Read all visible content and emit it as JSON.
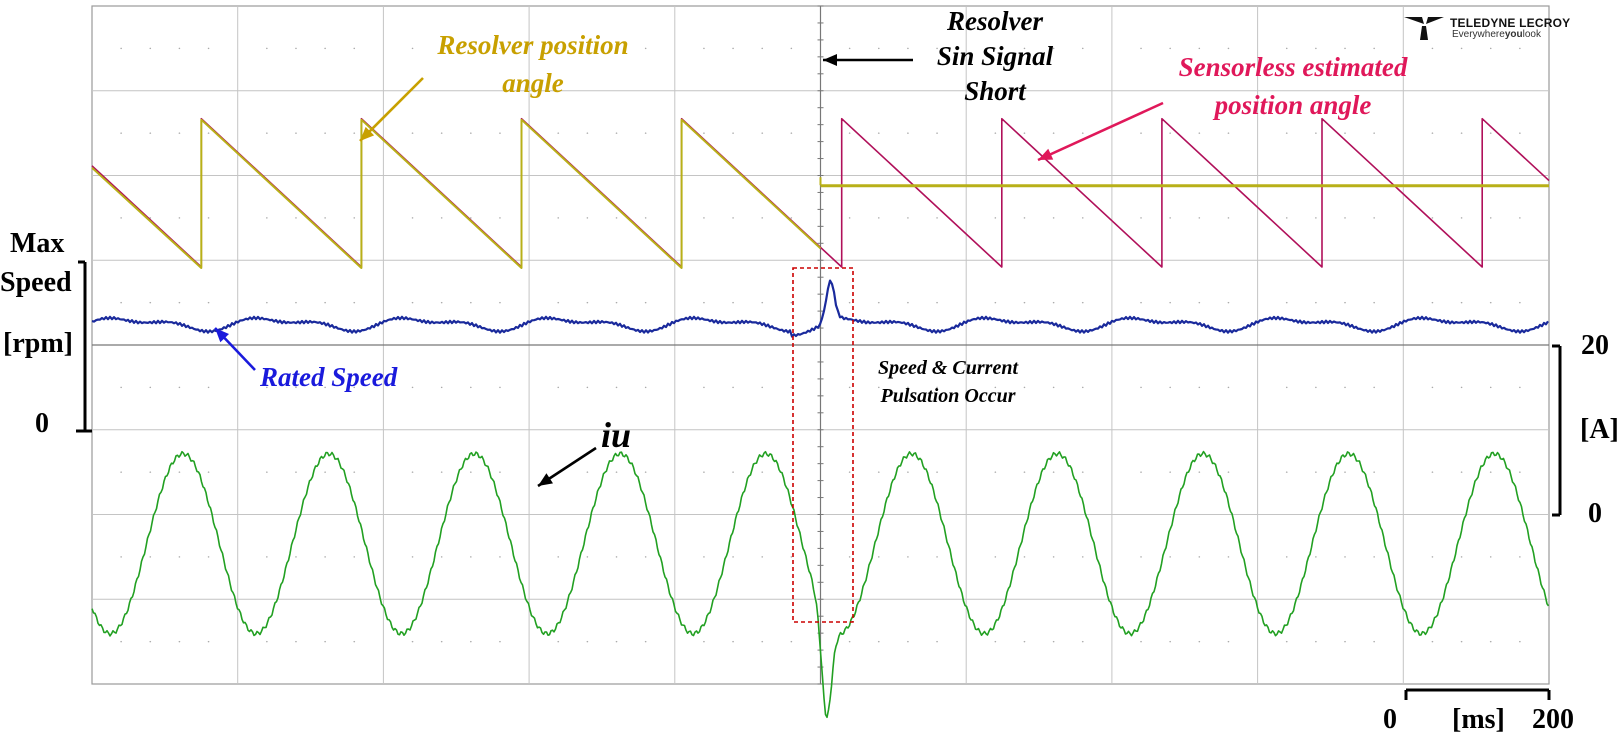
{
  "chart_data": {
    "type": "line",
    "title": "",
    "xlabel": "[ms]",
    "x_scale_bar": {
      "start": "0",
      "end": "200"
    },
    "divisions": {
      "x": 10,
      "y": 8
    },
    "left_axis": {
      "label_lines": [
        "Max",
        "Speed",
        "[rpm]"
      ],
      "top_label": "Max",
      "bottom_label": "0"
    },
    "right_axis": {
      "label": "[A]",
      "top_label": "20",
      "bottom_label": "0"
    },
    "event_time_div": 5.0,
    "series": [
      {
        "name": "Resolver position angle",
        "color": "#b8b018",
        "kind": "sawtooth",
        "cycles_per_div": 0.91,
        "valid_until_div": 5.0,
        "hold_value_div": 6.07
      },
      {
        "name": "Sensorless estimated position angle",
        "color": "#b0105a",
        "kind": "sawtooth",
        "cycles_per_div": 0.91
      },
      {
        "name": "Rated Speed",
        "color": "#1a2a9c",
        "kind": "ripple",
        "ripple_cycles_per_div": 1.0
      },
      {
        "name": "iu",
        "color": "#22a022",
        "kind": "sine",
        "cycles_per_div": 1.0
      }
    ],
    "annotations": [
      {
        "id": "resolver-angle",
        "lines": [
          "Resolver position",
          "angle"
        ],
        "color": "#c8a000"
      },
      {
        "id": "sin-short",
        "lines": [
          "Resolver",
          "Sin Signal",
          "Short"
        ],
        "color": "#000000"
      },
      {
        "id": "sensorless-angle",
        "lines": [
          "Sensorless estimated",
          "position angle"
        ],
        "color": "#e0185a"
      },
      {
        "id": "rated-speed",
        "lines": [
          "Rated Speed"
        ],
        "color": "#1a1adc"
      },
      {
        "id": "iu",
        "lines": [
          "iu"
        ],
        "color": "#000000"
      },
      {
        "id": "pulsation",
        "lines": [
          "Speed & Current",
          "Pulsation Occur"
        ],
        "color": "#000000"
      }
    ]
  },
  "logo": {
    "brand": "TELEDYNE LECROY",
    "tagline": "Everywhereyoulook",
    "tagline_bold": "you"
  },
  "colors": {
    "grid": "#9a9a9a",
    "box": "#cc0000",
    "background": "#ffffff"
  }
}
